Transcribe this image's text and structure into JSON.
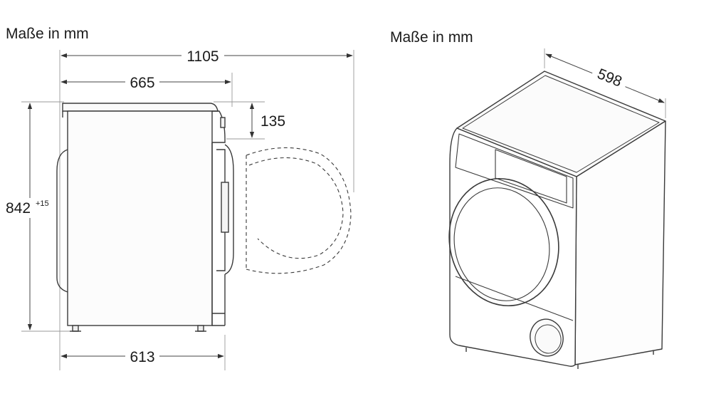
{
  "left_view": {
    "title": "Maße in mm",
    "dim_total_depth": "1105",
    "dim_body_depth": "665",
    "dim_panel_height": "135",
    "dim_height": "842",
    "dim_height_tolerance": "+15",
    "dim_base_depth": "613"
  },
  "right_view": {
    "title": "Maße in mm",
    "dim_width": "598"
  },
  "colors": {
    "line": "#3a3a3a",
    "dim_line": "#444444",
    "text": "#1a1a1a"
  }
}
